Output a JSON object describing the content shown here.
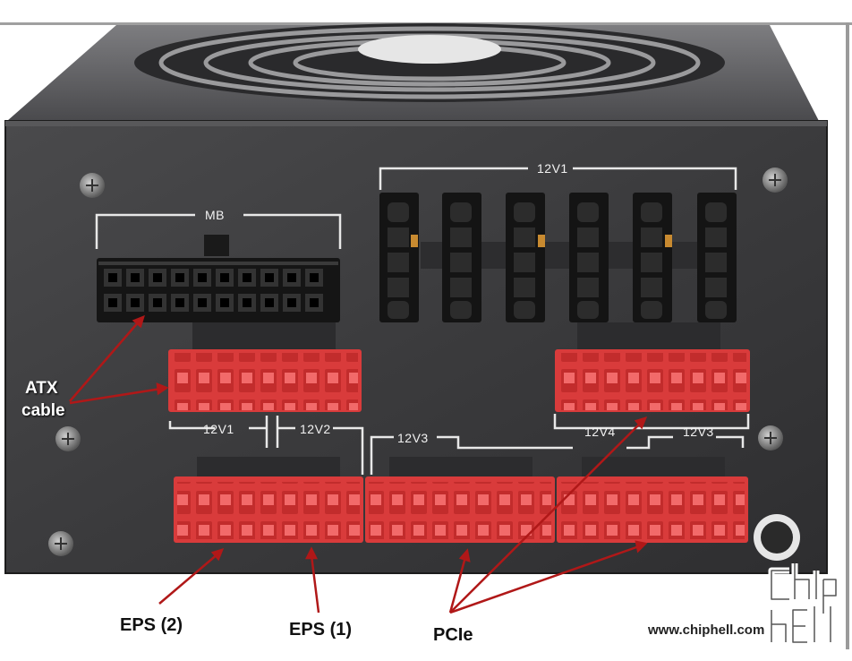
{
  "panel_labels": {
    "mb": "MB",
    "rail_12v1_top": "12V1",
    "rail_12v1": "12V1",
    "rail_12v2": "12V2",
    "rail_12v3_left": "12V3",
    "rail_12v4": "12V4",
    "rail_12v3_right": "12V3"
  },
  "callouts": {
    "atx_line1": "ATX",
    "atx_line2": "cable",
    "eps2": "EPS (2)",
    "eps1": "EPS (1)",
    "pcie": "PCIe"
  },
  "watermark": {
    "url": "www.chiphell.com",
    "logo_text": "chip hell"
  },
  "colors": {
    "chassis": "#3d3d3f",
    "connector_red": "#d93b3b",
    "connector_black": "#151515",
    "arrow": "#b01818",
    "silkscreen": "#f2f2f2"
  }
}
